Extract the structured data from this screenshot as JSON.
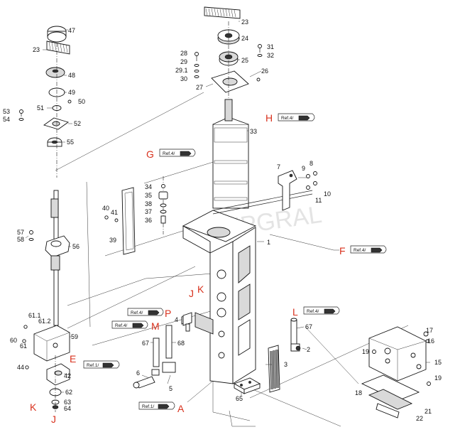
{
  "diagram": {
    "watermark": "CUPGRAL",
    "ref_labels": {
      "H": "Ref.4/",
      "G": "Ref.4/",
      "F": "Ref.4/",
      "K": "Ref.4/",
      "M": "Ref.4/",
      "L": "Ref.4/",
      "E": "Ref.1/",
      "A": "Ref.1/"
    },
    "letters": {
      "H": "H",
      "G": "G",
      "F": "F",
      "J1": "J",
      "K1": "K",
      "P": "P",
      "M": "M",
      "L": "L",
      "E": "E",
      "A": "A",
      "K2": "K",
      "J2": "J"
    },
    "parts": {
      "p1": "1",
      "p2": "2",
      "p3": "3",
      "p4": "4",
      "p5": "5",
      "p6": "6",
      "p7": "7",
      "p8": "8",
      "p9": "9",
      "p10": "10",
      "p11": "11",
      "p15": "15",
      "p16": "16",
      "p17": "17",
      "p18": "18",
      "p19a": "19",
      "p19b": "19",
      "p21": "21",
      "p22": "22",
      "p23a": "23",
      "p23b": "23",
      "p24": "24",
      "p25": "25",
      "p26": "26",
      "p27": "27",
      "p28": "28",
      "p29": "29",
      "p29_1": "29.1",
      "p30": "30",
      "p31": "31",
      "p32": "32",
      "p33": "33",
      "p34": "34",
      "p35": "35",
      "p36": "36",
      "p37": "37",
      "p38": "38",
      "p39": "39",
      "p40": "40",
      "p41": "41",
      "p42": "42",
      "p44": "44",
      "p47": "47",
      "p48": "48",
      "p49": "49",
      "p50": "50",
      "p51": "51",
      "p52": "52",
      "p53": "53",
      "p54": "54",
      "p55": "55",
      "p56": "56",
      "p57": "57",
      "p58": "58",
      "p59": "59",
      "p60": "60",
      "p61a": "61",
      "p61_1": "61.1",
      "p61_2": "61.2",
      "p62": "62",
      "p63": "63",
      "p64": "64",
      "p65": "65",
      "p67a": "67",
      "p67b": "67",
      "p68": "68"
    }
  }
}
